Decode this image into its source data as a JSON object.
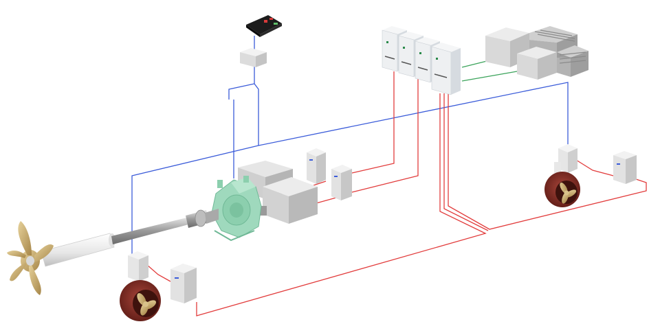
{
  "diagram": {
    "kind": "ship propulsion and power distribution system (isometric rendering)",
    "colors": {
      "background": "#ffffff",
      "control_line": "#3a5bd9",
      "power_line": "#e23c3c",
      "generator_link": "#3aa35a",
      "cabinet": "#eef0f2",
      "cabinet_dark": "#c9ced4",
      "machine_grey": "#cfcfcf",
      "gearbox_green": "#9fd9bd",
      "thruster_red": "#7a2a22",
      "propeller_bronze": "#c9ad6e",
      "shaft_white": "#f4f4f4"
    },
    "components": [
      {
        "id": "bridge-control-panel",
        "icon": "control-panel-icon"
      },
      {
        "id": "control-junction-box",
        "icon": "junction-box-icon"
      },
      {
        "id": "switchboard-cabinets",
        "icon": "switchboard-icon",
        "count": 4
      },
      {
        "id": "diesel-generators",
        "icon": "generator-icon",
        "count": 2
      },
      {
        "id": "main-propeller",
        "icon": "propeller-icon"
      },
      {
        "id": "propeller-shaft",
        "icon": "shaft-icon"
      },
      {
        "id": "reduction-gearbox",
        "icon": "gearbox-icon"
      },
      {
        "id": "electric-motors",
        "icon": "motor-icon",
        "count": 2
      },
      {
        "id": "motor-drive-cabinets",
        "icon": "drive-cabinet-icon",
        "count": 2
      },
      {
        "id": "azimuth-thruster-stern",
        "icon": "thruster-icon"
      },
      {
        "id": "stern-thruster-cabinet",
        "icon": "drive-cabinet-icon"
      },
      {
        "id": "azimuth-thruster-bow",
        "icon": "thruster-icon"
      },
      {
        "id": "bow-thruster-cabinet",
        "icon": "drive-cabinet-icon"
      }
    ]
  }
}
